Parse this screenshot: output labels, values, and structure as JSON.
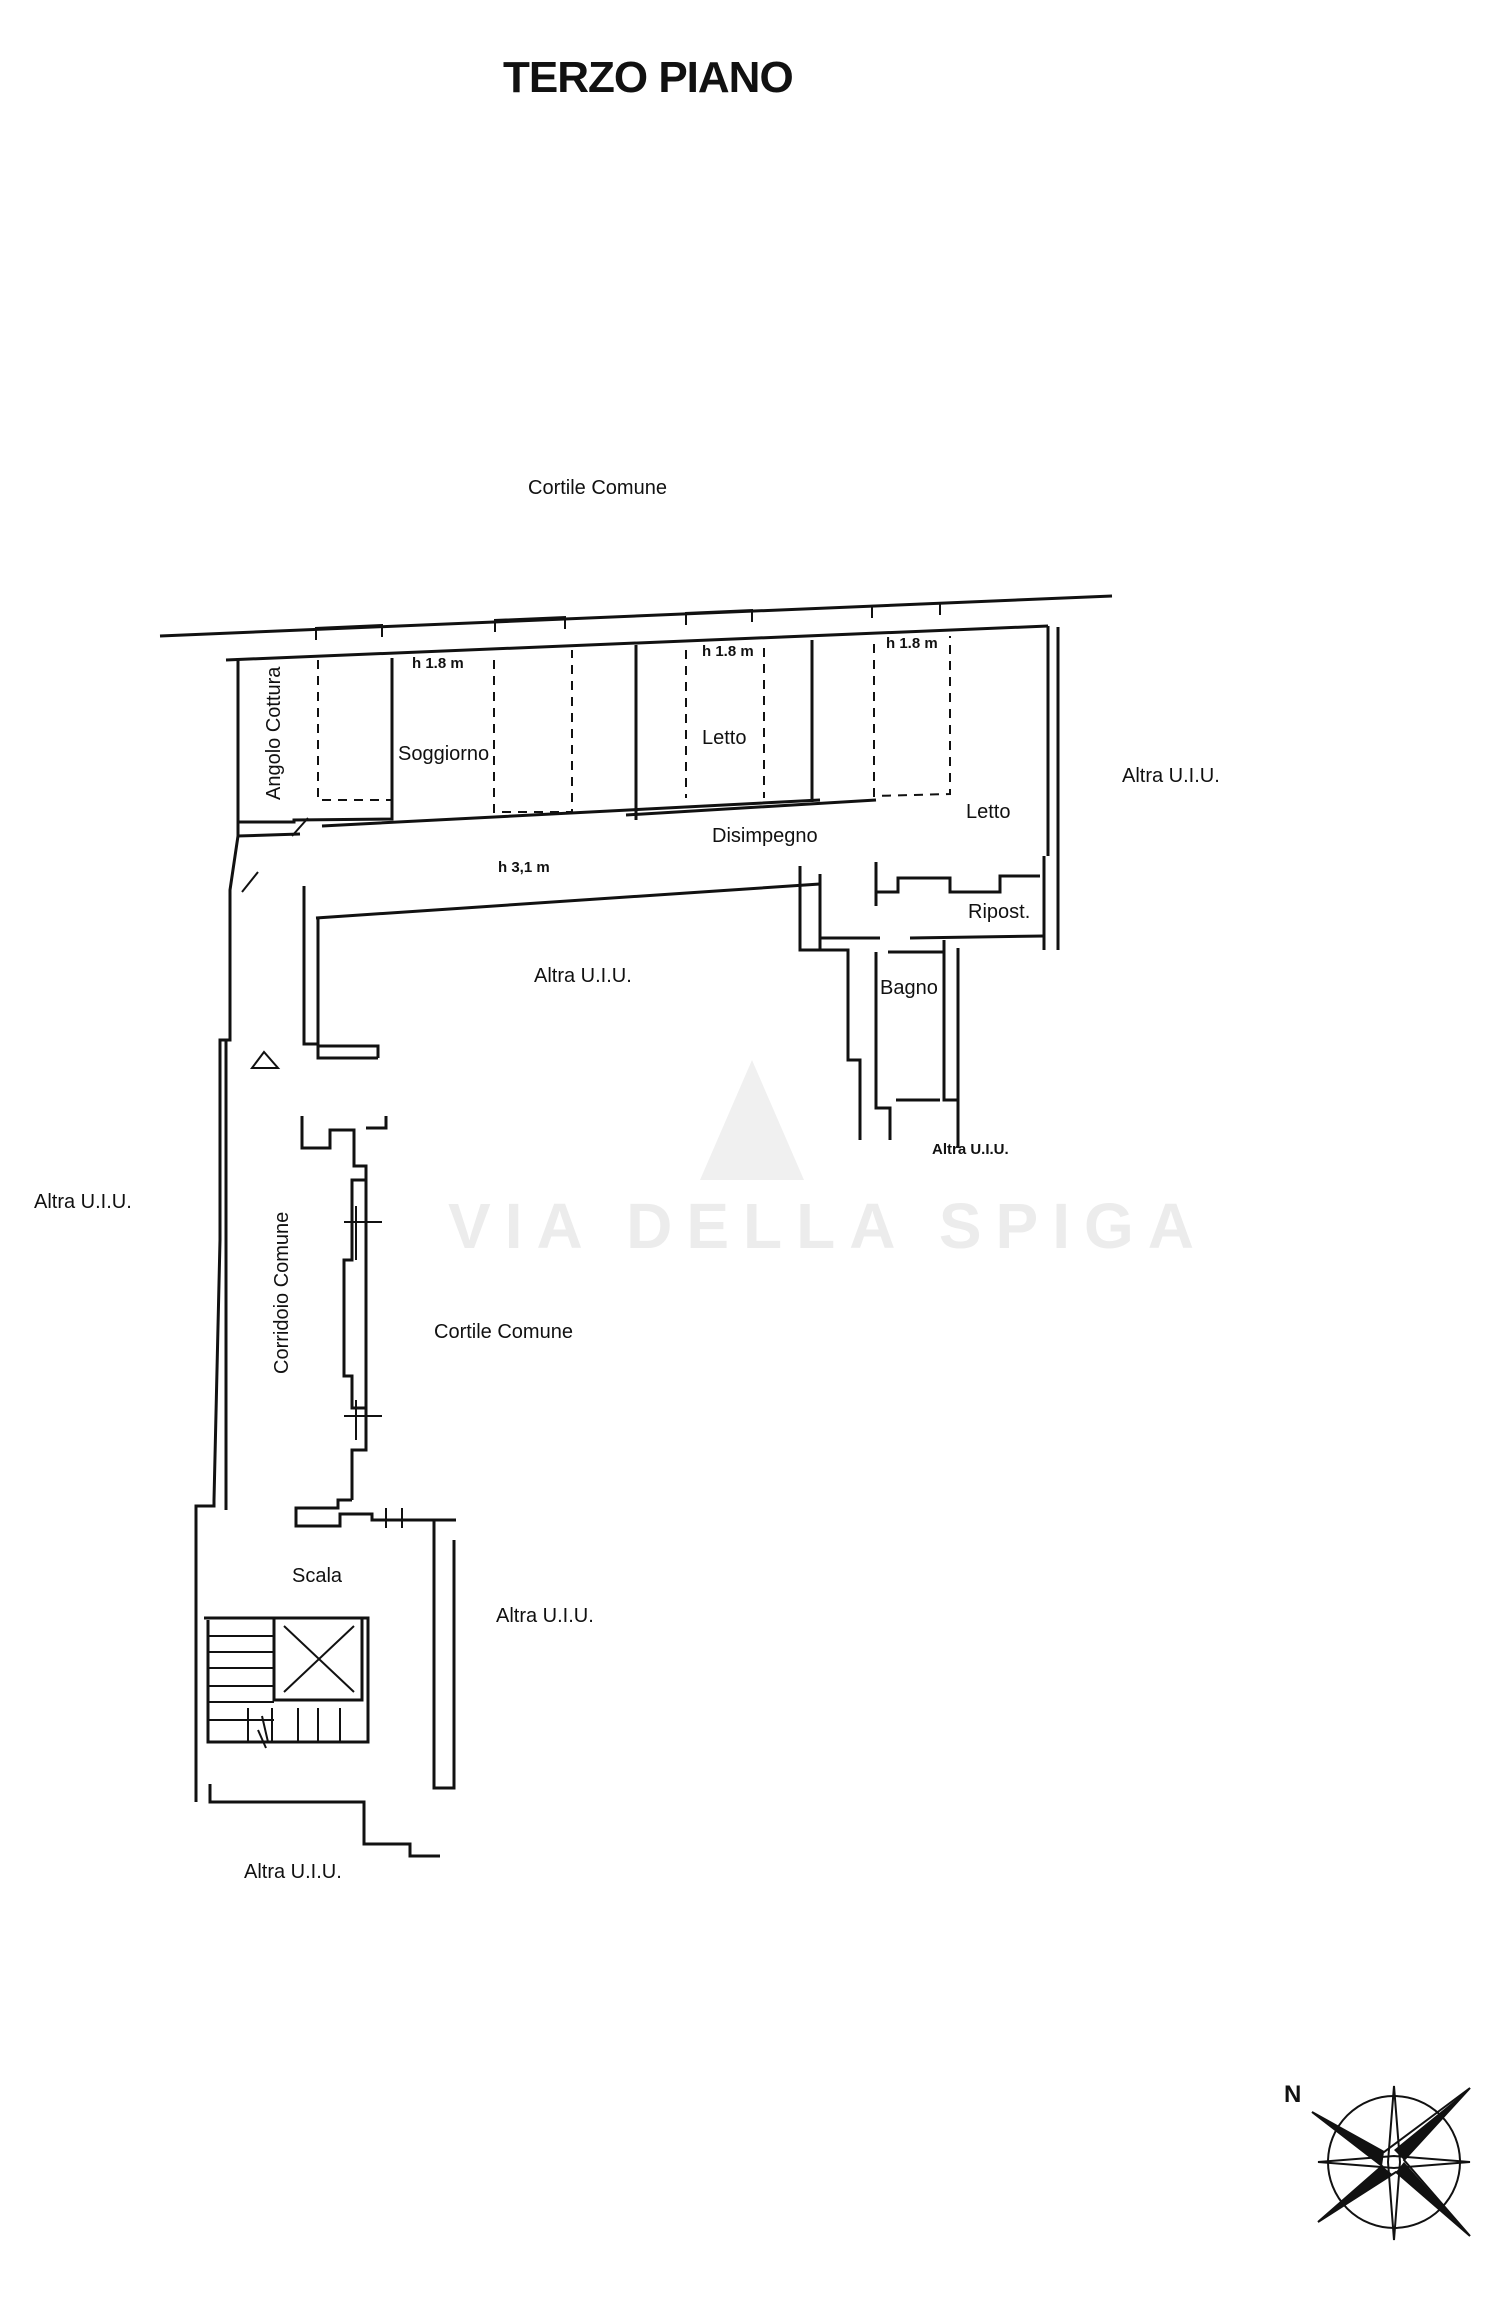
{
  "title": "TERZO PIANO",
  "labels": {
    "cortile_top": "Cortile Comune",
    "angolo_cottura": "Angolo Cottura",
    "soggiorno": "Soggiorno",
    "letto_1": "Letto",
    "letto_2": "Letto",
    "disimpegno": "Disimpegno",
    "riposti": "Ripost.",
    "bagno": "Bagno",
    "altra_right": "Altra U.I.U.",
    "altra_mid": "Altra U.I.U.",
    "altra_bagno": "Altra U.I.U.",
    "altra_left": "Altra U.I.U.",
    "corridoio": "Corridoio Comune",
    "cortile_mid": "Cortile Comune",
    "scala": "Scala",
    "altra_scala": "Altra U.I.U.",
    "altra_bottom": "Altra U.I.U.",
    "h_soggiorno": "h 1.8 m",
    "h_letto": "h 1.8 m",
    "h_letto2": "h 1.8 m",
    "h_corridor": "h 3,1 m"
  },
  "compass": {
    "north_label": "N"
  },
  "watermark": "VIA DELLA SPIGA"
}
